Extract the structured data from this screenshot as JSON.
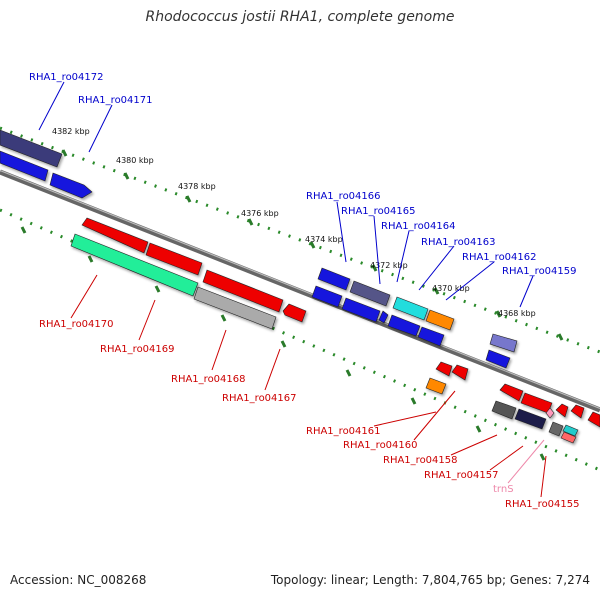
{
  "title": "Rhodococcus jostii RHA1, complete genome",
  "footer": {
    "accession": "Accession: NC_008268",
    "summary": "Topology: linear; Length: 7,804,765 bp; Genes: 7,274"
  },
  "colors": {
    "backbone": "#888888",
    "tick": "#2a8a2a",
    "label_forward": "#0000cc",
    "label_reverse": "#cc0000",
    "label_rna": "#ee88aa"
  },
  "scale_labels": [
    "4382 kbp",
    "4380 kbp",
    "4378 kbp",
    "4376 kbp",
    "4374 kbp",
    "4372 kbp",
    "4370 kbp",
    "4368 kbp"
  ],
  "genes": [
    {
      "id": "RHA1_ro04172",
      "strand": "forward",
      "color": "#3a3a7a"
    },
    {
      "id": "RHA1_ro04171",
      "strand": "forward",
      "color": "#1515dd"
    },
    {
      "id": "RHA1_ro04170",
      "strand": "reverse",
      "color": "#22ee99"
    },
    {
      "id": "RHA1_ro04169",
      "strand": "reverse",
      "color": "#ee0000"
    },
    {
      "id": "RHA1_ro04168",
      "strand": "reverse",
      "color": "#aaaaaa"
    },
    {
      "id": "RHA1_ro04167",
      "strand": "reverse",
      "color": "#ee0000"
    },
    {
      "id": "RHA1_ro04166",
      "strand": "forward",
      "color": "#1515dd"
    },
    {
      "id": "RHA1_ro04165",
      "strand": "forward",
      "color": "#555588"
    },
    {
      "id": "RHA1_ro04164",
      "strand": "forward",
      "color": "#22dddd"
    },
    {
      "id": "RHA1_ro04163",
      "strand": "forward",
      "color": "#ff8800"
    },
    {
      "id": "RHA1_ro04162",
      "strand": "forward",
      "color": "#1515dd"
    },
    {
      "id": "RHA1_ro04161",
      "strand": "reverse",
      "color": "#ff8800"
    },
    {
      "id": "RHA1_ro04160",
      "strand": "reverse",
      "color": "#ee0000"
    },
    {
      "id": "RHA1_ro04159",
      "strand": "forward",
      "color": "#7777cc"
    },
    {
      "id": "RHA1_ro04158",
      "strand": "reverse",
      "color": "#555555"
    },
    {
      "id": "RHA1_ro04157",
      "strand": "reverse",
      "color": "#ee0000"
    },
    {
      "id": "trnS",
      "strand": "reverse",
      "color": "#ff99bb"
    },
    {
      "id": "RHA1_ro04155",
      "strand": "reverse",
      "color": "#ee0000"
    }
  ]
}
